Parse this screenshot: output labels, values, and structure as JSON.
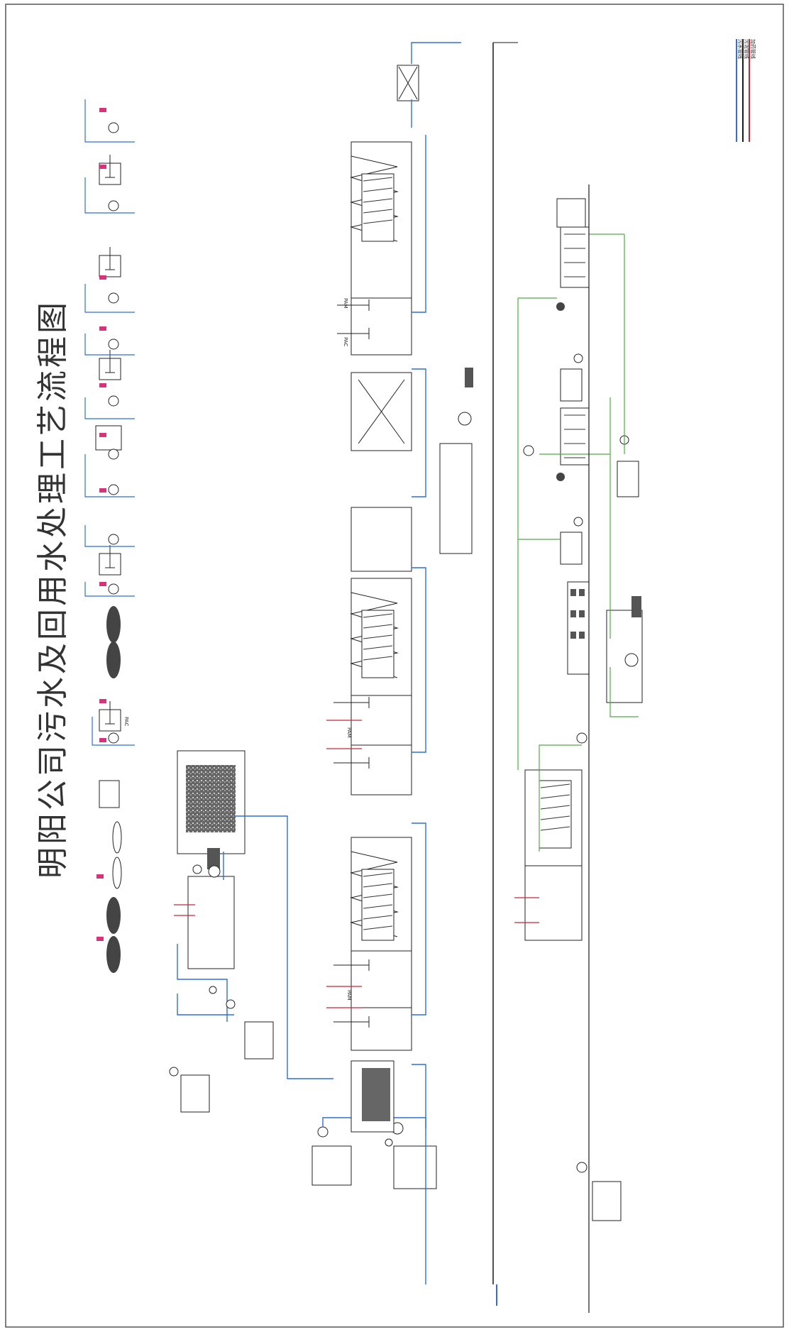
{
  "title": "明阳公司污水及回用水处理工艺流程图",
  "legend": {
    "items": [
      {
        "label": "污水管线",
        "color": "#2f6fd6"
      },
      {
        "label": "污泥管线",
        "color": "#1a1a1a"
      },
      {
        "label": "加药管线",
        "color": "#c8283a"
      }
    ]
  },
  "colors": {
    "water_line": "#2f6fd6",
    "sludge_line": "#1a1a1a",
    "dosing_line": "#c8283a",
    "reuse_line": "#58a84a",
    "tag": "#d6337a",
    "border": "#555555"
  },
  "labels": {
    "pac": "PAC",
    "pam": "PAM"
  }
}
